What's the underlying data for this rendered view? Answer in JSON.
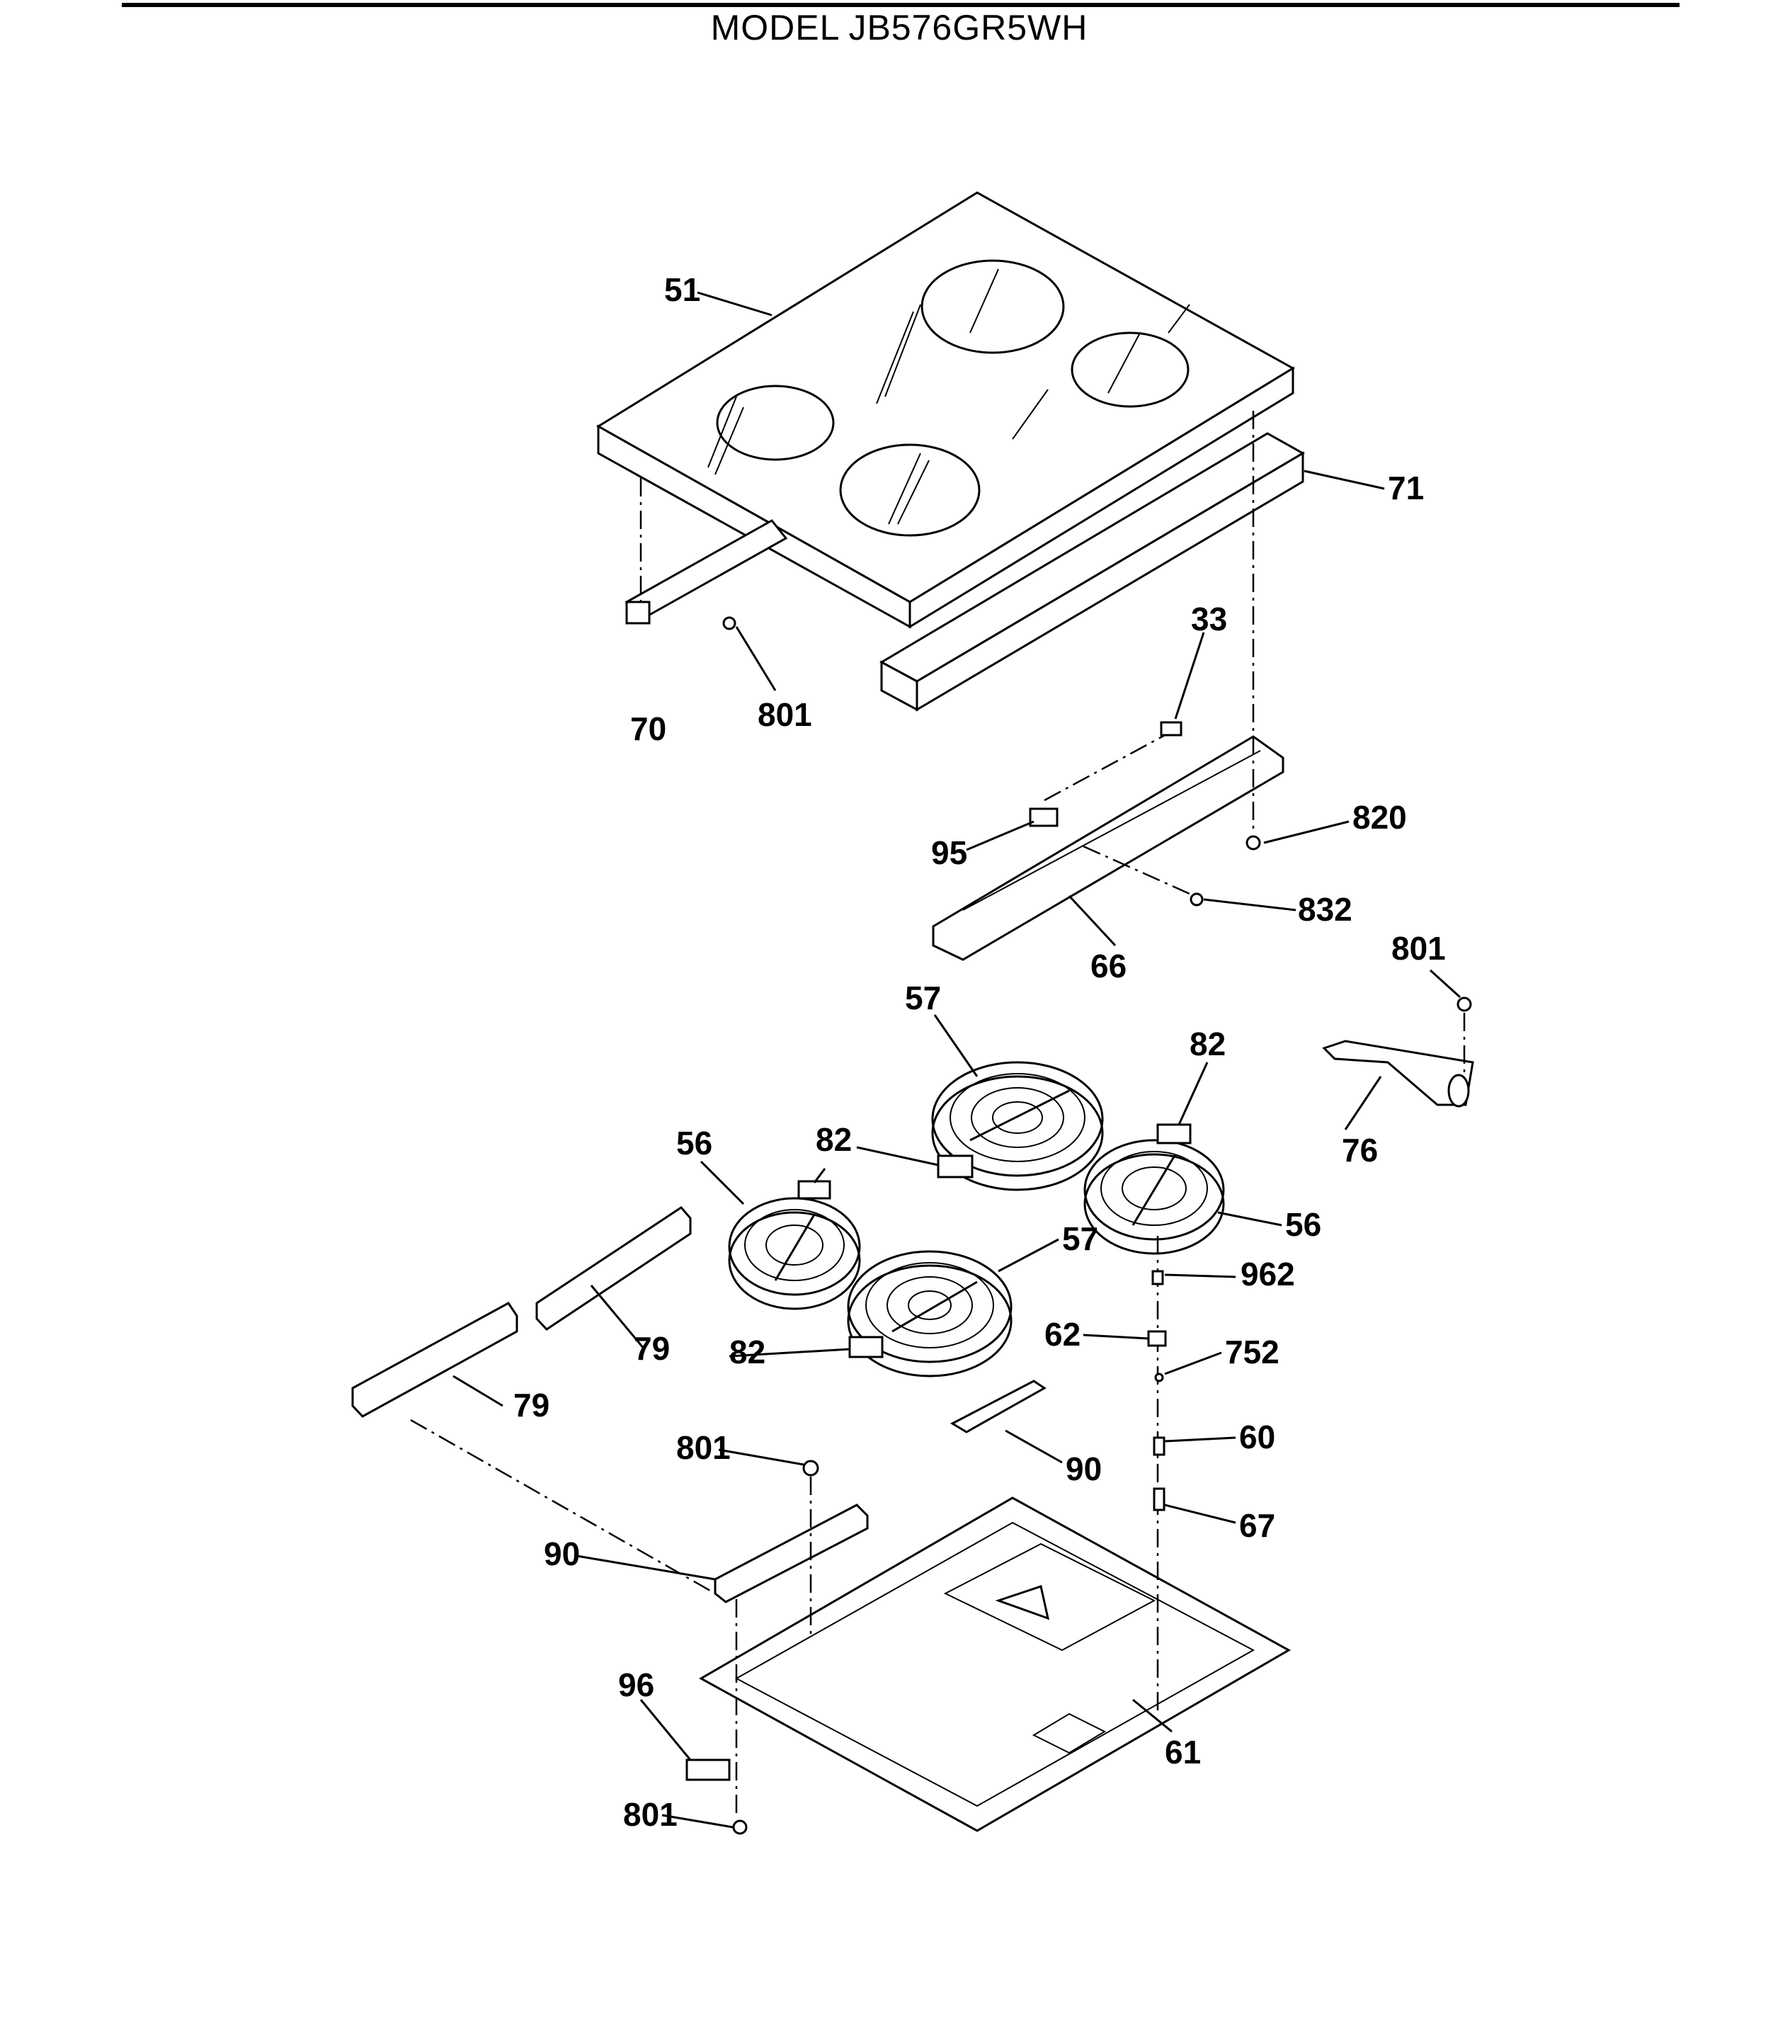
{
  "header": {
    "model_prefix": "MODEL",
    "model_number": "JB576GR5WH"
  },
  "callouts": {
    "p51": "51",
    "p71": "71",
    "p33": "33",
    "p70": "70",
    "p801a": "801",
    "p820": "820",
    "p95": "95",
    "p832": "832",
    "p66": "66",
    "p801b": "801",
    "p57a": "57",
    "p82a": "82",
    "p56a": "56",
    "p82b": "82",
    "p76": "76",
    "p56b": "56",
    "p57b": "57",
    "p962": "962",
    "p79a": "79",
    "p62": "62",
    "p752": "752",
    "p82c": "82",
    "p79b": "79",
    "p60": "60",
    "p801c": "801",
    "p90a": "90",
    "p67": "67",
    "p90b": "90",
    "p96": "96",
    "p61": "61",
    "p801d": "801"
  }
}
